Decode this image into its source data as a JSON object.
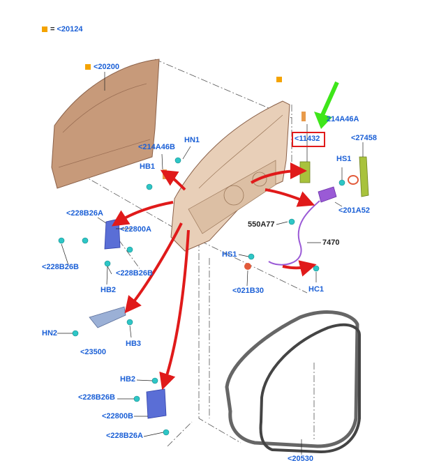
{
  "legend": {
    "marker": "=",
    "text": "<20124"
  },
  "colors": {
    "label": "#1a5fd6",
    "arrow_red": "#e01a1a",
    "arrow_green": "#3ee61a",
    "door": "#c79a7a",
    "marker": "#f4a300"
  },
  "labels": {
    "p20200": "<20200",
    "p214A46A": "214A46A",
    "p11432": "<11432",
    "p27458": "<27458",
    "p214A46B": "<214A46B",
    "hn1": "HN1",
    "hb1": "HB1",
    "hs1a": "HS1",
    "p201A52": "<201A52",
    "p228B26A_top": "<228B26A",
    "p22800A": "<22800A",
    "p550A77": "550A77",
    "p7470": "7470",
    "p228B26B_left": "<228B26B",
    "p228B26B_right": "<228B26B",
    "hs1b": "HS1",
    "hb2a": "HB2",
    "p021B30": "<021B30",
    "hc1": "HC1",
    "hn2": "HN2",
    "hb3": "HB3",
    "p23500": "<23500",
    "hb2b": "HB2",
    "p228B26B_bottom": "<228B26B",
    "p22800B": "<22800B",
    "p228B26A_bottom": "<228B26A",
    "p20530": "<20530"
  }
}
